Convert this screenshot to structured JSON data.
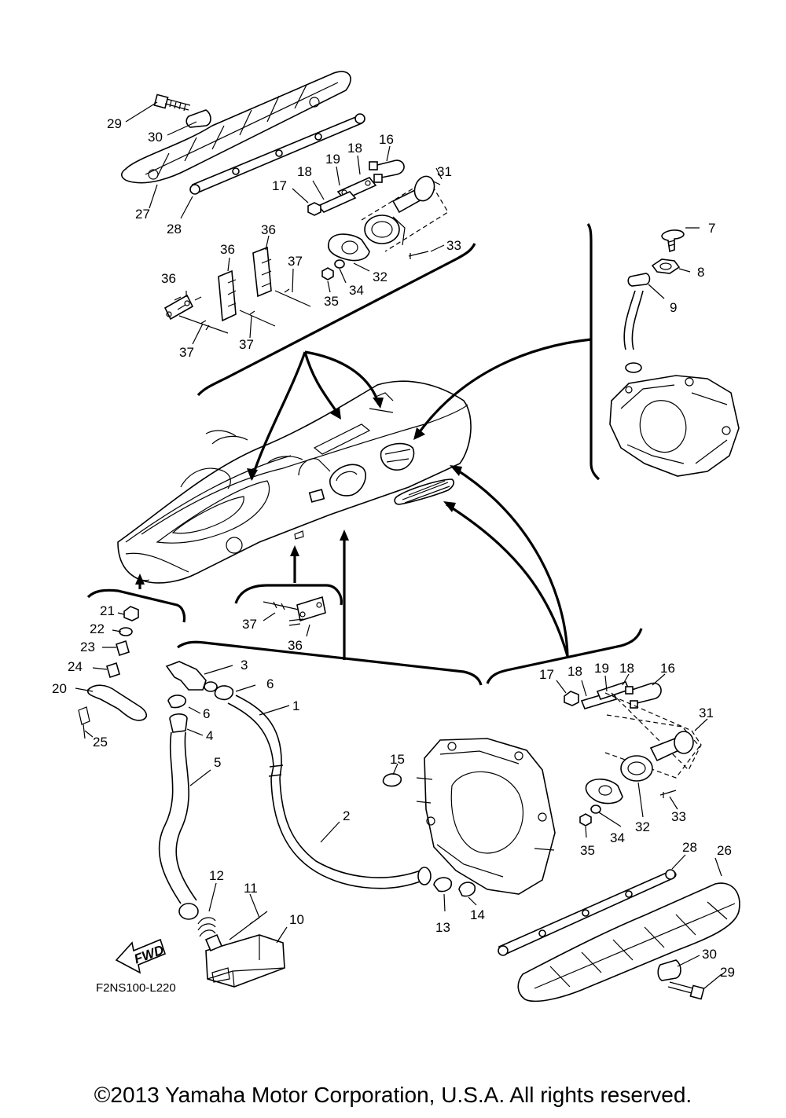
{
  "diagram": {
    "code": "F2NS100-L220",
    "fwd_label": "FWD",
    "copyright": "©2013 Yamaha Motor Corporation, U.S.A. All rights reserved.",
    "callouts": [
      {
        "id": "c29a",
        "text": "29"
      },
      {
        "id": "c30a",
        "text": "30"
      },
      {
        "id": "c27",
        "text": "27"
      },
      {
        "id": "c28a",
        "text": "28"
      },
      {
        "id": "c16a",
        "text": "16"
      },
      {
        "id": "c18a",
        "text": "18"
      },
      {
        "id": "c19a",
        "text": "19"
      },
      {
        "id": "c18b",
        "text": "18"
      },
      {
        "id": "c17a",
        "text": "17"
      },
      {
        "id": "c31a",
        "text": "31"
      },
      {
        "id": "c33a",
        "text": "33"
      },
      {
        "id": "c32a",
        "text": "32"
      },
      {
        "id": "c34a",
        "text": "34"
      },
      {
        "id": "c35a",
        "text": "35"
      },
      {
        "id": "c36a",
        "text": "36"
      },
      {
        "id": "c36b",
        "text": "36"
      },
      {
        "id": "c36c",
        "text": "36"
      },
      {
        "id": "c37a",
        "text": "37"
      },
      {
        "id": "c37b",
        "text": "37"
      },
      {
        "id": "c37c",
        "text": "37"
      },
      {
        "id": "c7",
        "text": "7"
      },
      {
        "id": "c8",
        "text": "8"
      },
      {
        "id": "c9",
        "text": "9"
      },
      {
        "id": "c37d",
        "text": "37"
      },
      {
        "id": "c36d",
        "text": "36"
      },
      {
        "id": "c21",
        "text": "21"
      },
      {
        "id": "c22",
        "text": "22"
      },
      {
        "id": "c23",
        "text": "23"
      },
      {
        "id": "c24",
        "text": "24"
      },
      {
        "id": "c20",
        "text": "20"
      },
      {
        "id": "c25",
        "text": "25"
      },
      {
        "id": "c3",
        "text": "3"
      },
      {
        "id": "c6a",
        "text": "6"
      },
      {
        "id": "c6b",
        "text": "6"
      },
      {
        "id": "c1",
        "text": "1"
      },
      {
        "id": "c4",
        "text": "4"
      },
      {
        "id": "c5",
        "text": "5"
      },
      {
        "id": "c2",
        "text": "2"
      },
      {
        "id": "c15",
        "text": "15"
      },
      {
        "id": "c12",
        "text": "12"
      },
      {
        "id": "c11",
        "text": "11"
      },
      {
        "id": "c10",
        "text": "10"
      },
      {
        "id": "c13",
        "text": "13"
      },
      {
        "id": "c14",
        "text": "14"
      },
      {
        "id": "c17b",
        "text": "17"
      },
      {
        "id": "c18c",
        "text": "18"
      },
      {
        "id": "c19b",
        "text": "19"
      },
      {
        "id": "c18d",
        "text": "18"
      },
      {
        "id": "c16b",
        "text": "16"
      },
      {
        "id": "c31b",
        "text": "31"
      },
      {
        "id": "c33b",
        "text": "33"
      },
      {
        "id": "c32b",
        "text": "32"
      },
      {
        "id": "c34b",
        "text": "34"
      },
      {
        "id": "c35b",
        "text": "35"
      },
      {
        "id": "c28b",
        "text": "28"
      },
      {
        "id": "c26",
        "text": "26"
      },
      {
        "id": "c30b",
        "text": "30"
      },
      {
        "id": "c29b",
        "text": "29"
      }
    ]
  }
}
